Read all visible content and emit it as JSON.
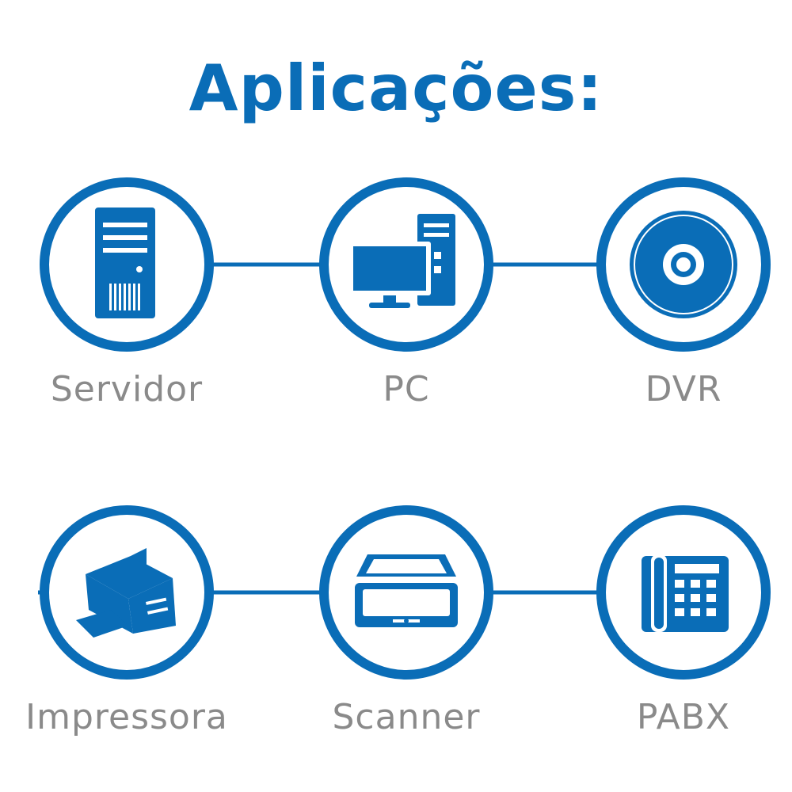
{
  "title": "Aplicações:",
  "colors": {
    "accent": "#0a6db7",
    "label": "#8a8a8a",
    "background": "#ffffff"
  },
  "rows": [
    {
      "items": [
        {
          "label": "Servidor",
          "icon": "server-icon"
        },
        {
          "label": "PC",
          "icon": "pc-icon"
        },
        {
          "label": "DVR",
          "icon": "disc-icon"
        }
      ]
    },
    {
      "items": [
        {
          "label": "Impressora",
          "icon": "printer-icon"
        },
        {
          "label": "Scanner",
          "icon": "scanner-icon"
        },
        {
          "label": "PABX",
          "icon": "phone-icon"
        }
      ]
    }
  ]
}
